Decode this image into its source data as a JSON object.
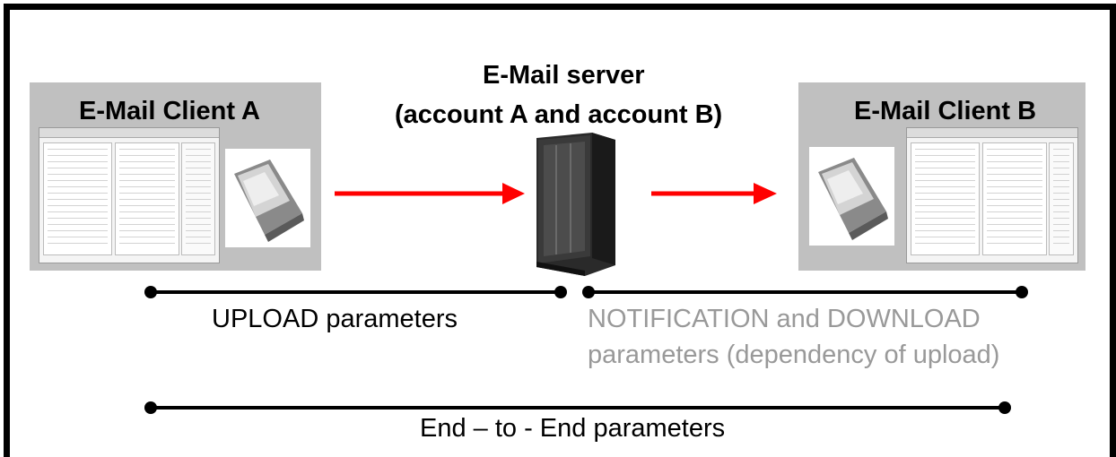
{
  "server": {
    "title_line1": "E-Mail server",
    "title_line2": "(account A and account B)"
  },
  "client_a": {
    "title": "E-Mail Client A"
  },
  "client_b": {
    "title": "E-Mail Client B"
  },
  "labels": {
    "upload": "UPLOAD parameters",
    "notification_line1": "NOTIFICATION and DOWNLOAD",
    "notification_line2": "parameters (dependency of upload)",
    "end_to_end": "End – to - End parameters"
  },
  "colors": {
    "arrow": "#ff0000",
    "panel": "#c0c0c0",
    "notification_text": "#999999",
    "text": "#000000"
  },
  "icons": {
    "client_screen": "email-client-screenshot",
    "network_card": "pcmcia-card",
    "server": "server-rack"
  }
}
